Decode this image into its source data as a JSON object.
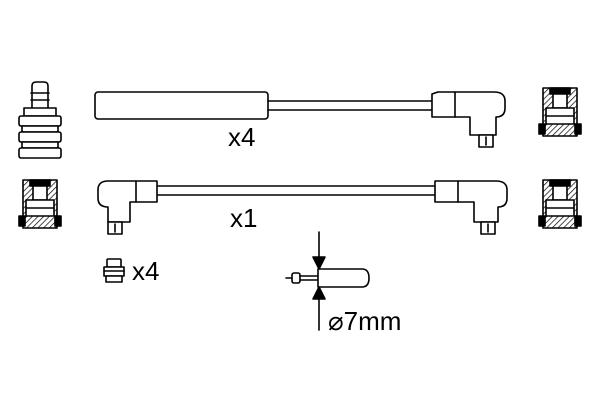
{
  "labels": {
    "top_cable_qty": "x4",
    "middle_cable_qty": "x1",
    "small_part_qty": "x4",
    "diameter": "⌀7mm"
  },
  "icons": {
    "spark_plug_boot": "spark-plug-boot-icon",
    "distributor_cap": "distributor-cap-icon",
    "angled_connector": "angled-connector-icon",
    "small_terminal": "small-terminal-icon",
    "diameter_arrows": "diameter-arrow-icon"
  },
  "colors": {
    "line": "#000000",
    "fill": "#ffffff"
  }
}
